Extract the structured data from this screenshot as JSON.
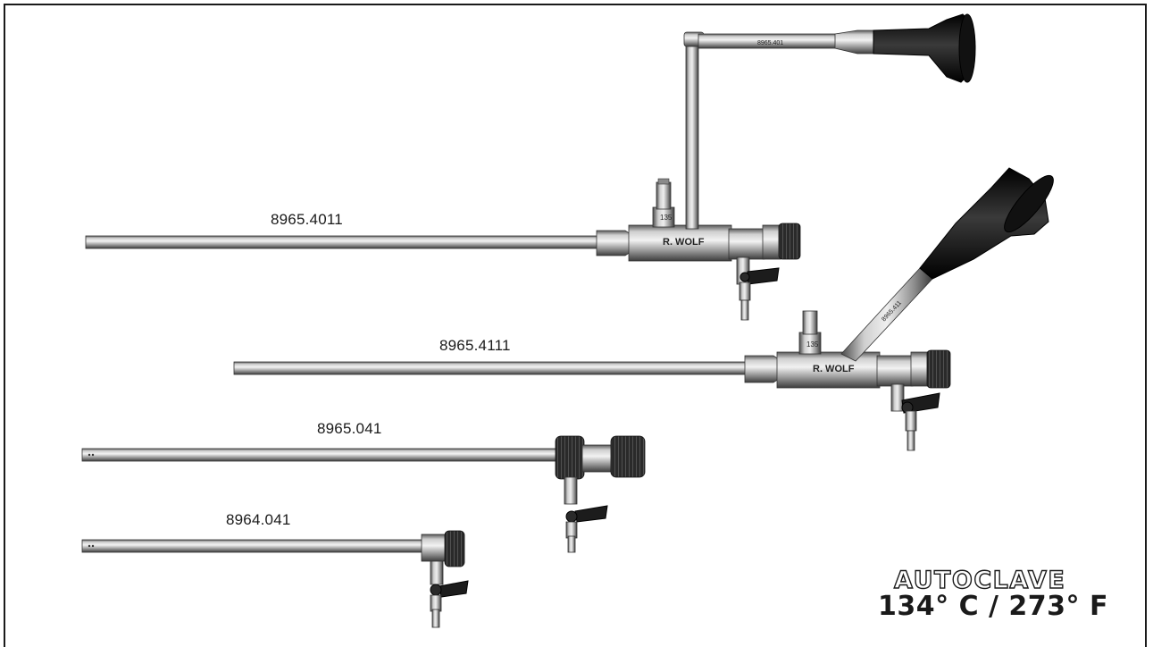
{
  "instruments": [
    {
      "code": "8965.4011"
    },
    {
      "code": "8965.4111"
    },
    {
      "code": "8965.041"
    },
    {
      "code": "8964.041"
    }
  ],
  "autoclave": {
    "title": "AUTOCLAVE",
    "temperature": "134° C / 273° F"
  },
  "colors": {
    "steel_light": "#d9d9d9",
    "steel_mid": "#9a9a9a",
    "steel_dark": "#4d4d4d",
    "eyepiece_black": "#1c1c1c",
    "outline": "#1a1a1a"
  }
}
